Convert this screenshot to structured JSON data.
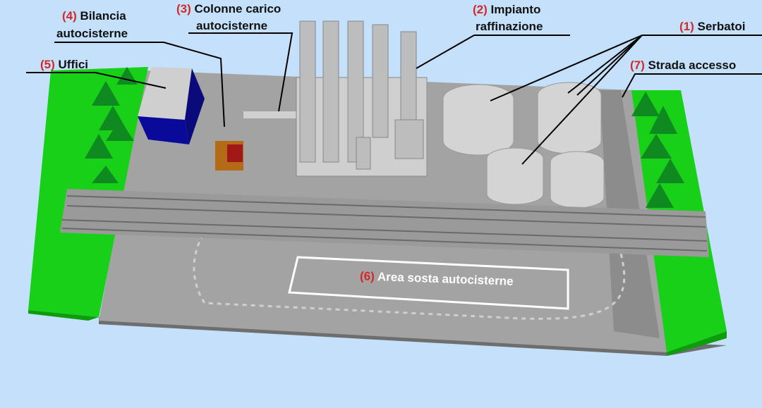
{
  "labels": {
    "serbatoi": {
      "num": "(1)",
      "text": "Serbatoi"
    },
    "impianto": {
      "num": "(2)",
      "text": "Impianto",
      "line2": "raffinazione"
    },
    "colonne": {
      "num": "(3)",
      "text": "Colonne carico",
      "line2": "autocisterne"
    },
    "bilancia": {
      "num": "(4)",
      "text": "Bilancia",
      "line2": "autocisterne"
    },
    "uffici": {
      "num": "(5)",
      "text": "Uffici"
    },
    "area_sosta": {
      "num": "(6)",
      "text": "Area sosta autocisterne"
    },
    "strada": {
      "num": "(7)",
      "text": "Strada accesso"
    }
  },
  "colors": {
    "background": "#c4e0fb",
    "ground": "#a0a0a0",
    "grass": "#1fd11f",
    "number": "#d22a2a",
    "office_wall": "#0a0a9a"
  }
}
